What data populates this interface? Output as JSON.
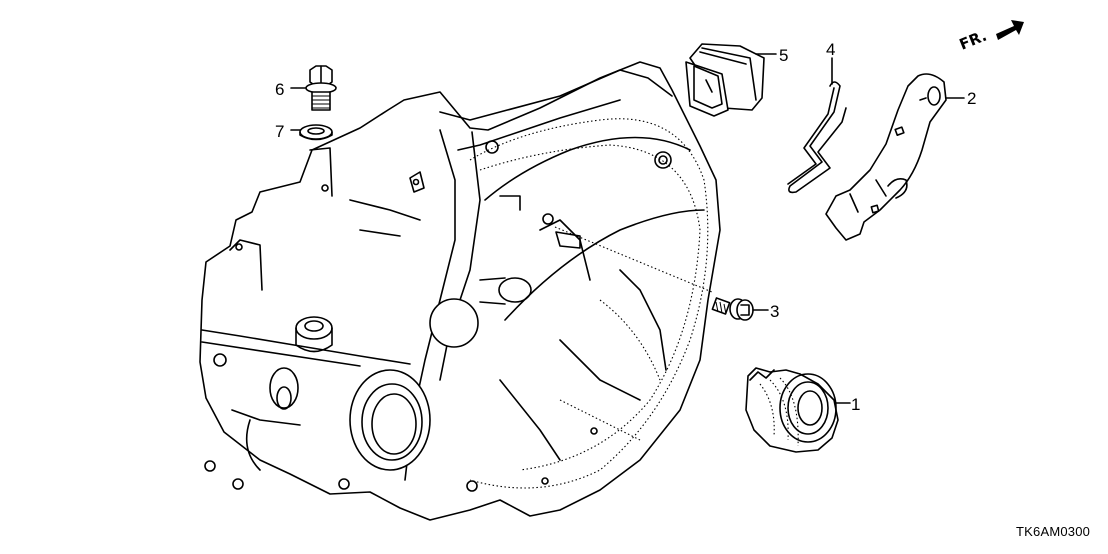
{
  "diagram": {
    "code": "TK6AM0300",
    "direction_label": "FR.",
    "callouts": [
      {
        "number": "1",
        "part": "release-bearing"
      },
      {
        "number": "2",
        "part": "release-fork"
      },
      {
        "number": "3",
        "part": "bolt"
      },
      {
        "number": "4",
        "part": "spring-clip"
      },
      {
        "number": "5",
        "part": "boot"
      },
      {
        "number": "6",
        "part": "drain-plug-bolt"
      },
      {
        "number": "7",
        "part": "washer"
      }
    ]
  }
}
